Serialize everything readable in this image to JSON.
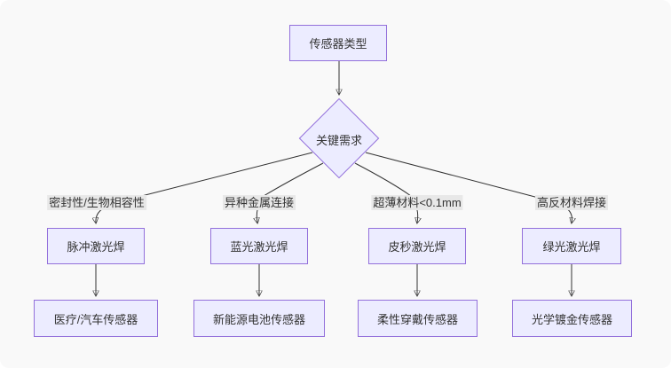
{
  "flowchart": {
    "root": {
      "label": "传感器类型"
    },
    "decision": {
      "label": "关键需求"
    },
    "branches": [
      {
        "condition": "密封性/生物相容性",
        "process": "脉冲激光焊",
        "outcome": "医疗/汽车传感器"
      },
      {
        "condition": "异种金属连接",
        "process": "蓝光激光焊",
        "outcome": "新能源电池传感器"
      },
      {
        "condition": "超薄材料<0.1mm",
        "process": "皮秒激光焊",
        "outcome": "柔性穿戴传感器"
      },
      {
        "condition": "高反材料焊接",
        "process": "绿光激光焊",
        "outcome": "光学镀金传感器"
      }
    ],
    "colors": {
      "node_fill": "#ECECFF",
      "node_border": "#9370DB",
      "edge_stroke": "#333333",
      "edge_label_bg": "#E8E8E8",
      "text": "#333333",
      "canvas_bg": "#F9F9F9"
    }
  }
}
